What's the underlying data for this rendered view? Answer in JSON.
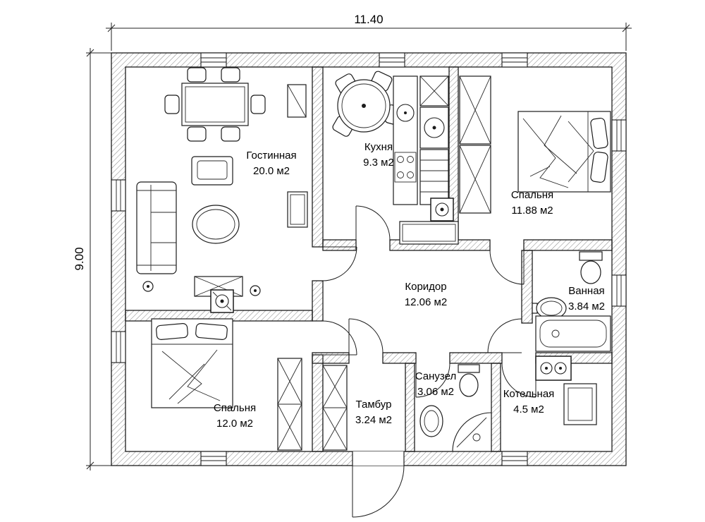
{
  "drawing": {
    "type": "floor-plan",
    "colors": {
      "line": "#1c1c1c",
      "background": "#ffffff",
      "hatch": "#777777"
    }
  },
  "dimensions": {
    "width": "11.40",
    "height": "9.00"
  },
  "rooms": [
    {
      "name": "Гостинная",
      "area": "20.0 м2"
    },
    {
      "name": "Кухня",
      "area": "9.3 м2"
    },
    {
      "name": "Спальня",
      "area": "11.88 м2"
    },
    {
      "name": "Коридор",
      "area": "12.06 м2"
    },
    {
      "name": "Ванная",
      "area": "3.84 м2"
    },
    {
      "name": "Спальня",
      "area": "12.0 м2"
    },
    {
      "name": "Тамбур",
      "area": "3.24 м2"
    },
    {
      "name": "Санузел",
      "area": "3.06 м2"
    },
    {
      "name": "Котельная",
      "area": "4.5 м2"
    }
  ]
}
